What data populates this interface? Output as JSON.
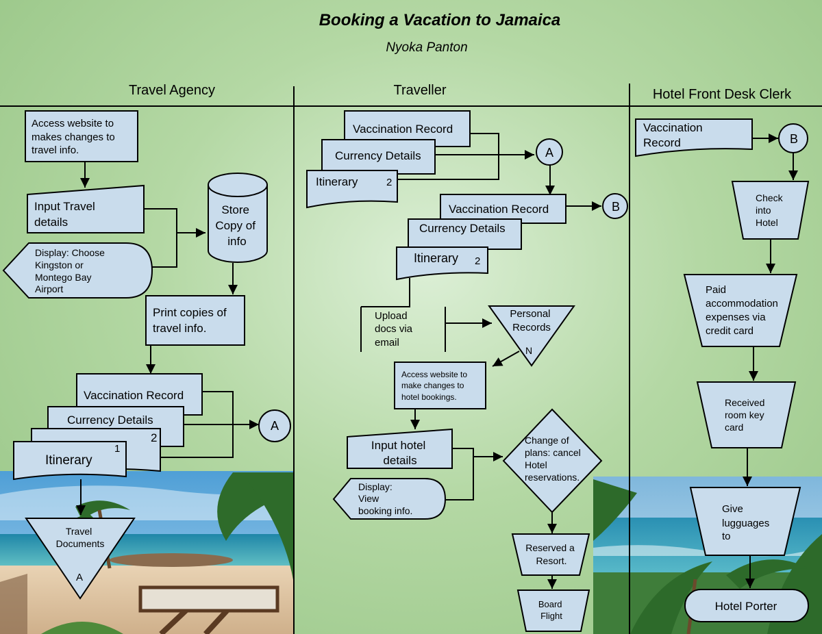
{
  "title": "Booking a Vacation to Jamaica",
  "author": "Nyoka Panton",
  "lanes": {
    "agency": "Travel Agency",
    "traveller": "Traveller",
    "hotel": "Hotel Front Desk Clerk"
  },
  "agency": {
    "access_website": [
      "Access website to",
      "makes changes to",
      "travel info."
    ],
    "input_travel": [
      "Input Travel",
      "details"
    ],
    "display_airport": [
      "Display: Choose",
      "Kingston or",
      "Montego Bay",
      "Airport"
    ],
    "store_copy": [
      "Store",
      "Copy of",
      "info"
    ],
    "print_copies": [
      "Print copies of",
      "travel info."
    ],
    "docs": {
      "vaccination": "Vaccination Record",
      "currency": "Currency Details",
      "page2": "2",
      "itinerary": "Itinerary",
      "page1": "1"
    },
    "connector_a": "A",
    "travel_documents": [
      "Travel",
      "Documents"
    ],
    "travel_documents_mark": "A"
  },
  "traveller": {
    "docs_top": {
      "vaccination": "Vaccination Record",
      "currency": "Currency Details",
      "itinerary": "Itinerary",
      "page": "2"
    },
    "connector_a": "A",
    "docs_mid": {
      "vaccination": "Vaccination Record",
      "currency": "Currency Details",
      "itinerary": "Itinerary",
      "page": "2"
    },
    "connector_b": "B",
    "upload_docs": [
      "Upload",
      "docs via",
      "email"
    ],
    "personal_records": [
      "Personal",
      "Records"
    ],
    "personal_records_mark": "N",
    "access_website": [
      "Access website to",
      "make changes to",
      "hotel bookings."
    ],
    "input_hotel": [
      "Input hotel",
      "details"
    ],
    "display_booking": [
      "Display:",
      "View",
      "booking info."
    ],
    "change_plans": [
      "Change of",
      "plans: cancel",
      "Hotel",
      "reservations."
    ],
    "reserved_resort": [
      "Reserved a",
      "Resort."
    ],
    "board_flight": [
      "Board",
      "Flight"
    ]
  },
  "hotel": {
    "vaccination": [
      "Vaccination",
      "Record"
    ],
    "connector_b": "B",
    "check_in": [
      "Check",
      "into",
      "Hotel"
    ],
    "paid_accommodation": [
      "Paid",
      "accommodation",
      "expenses via",
      "credit card"
    ],
    "received_key": [
      "Received",
      "room key",
      "card"
    ],
    "give_luggage": [
      "Give",
      "lugguages",
      "to"
    ],
    "hotel_porter": "Hotel Porter"
  },
  "colors": {
    "shape_fill": "#c9dcec",
    "background_center": "#dcefd6",
    "background_edge": "#97c585"
  }
}
